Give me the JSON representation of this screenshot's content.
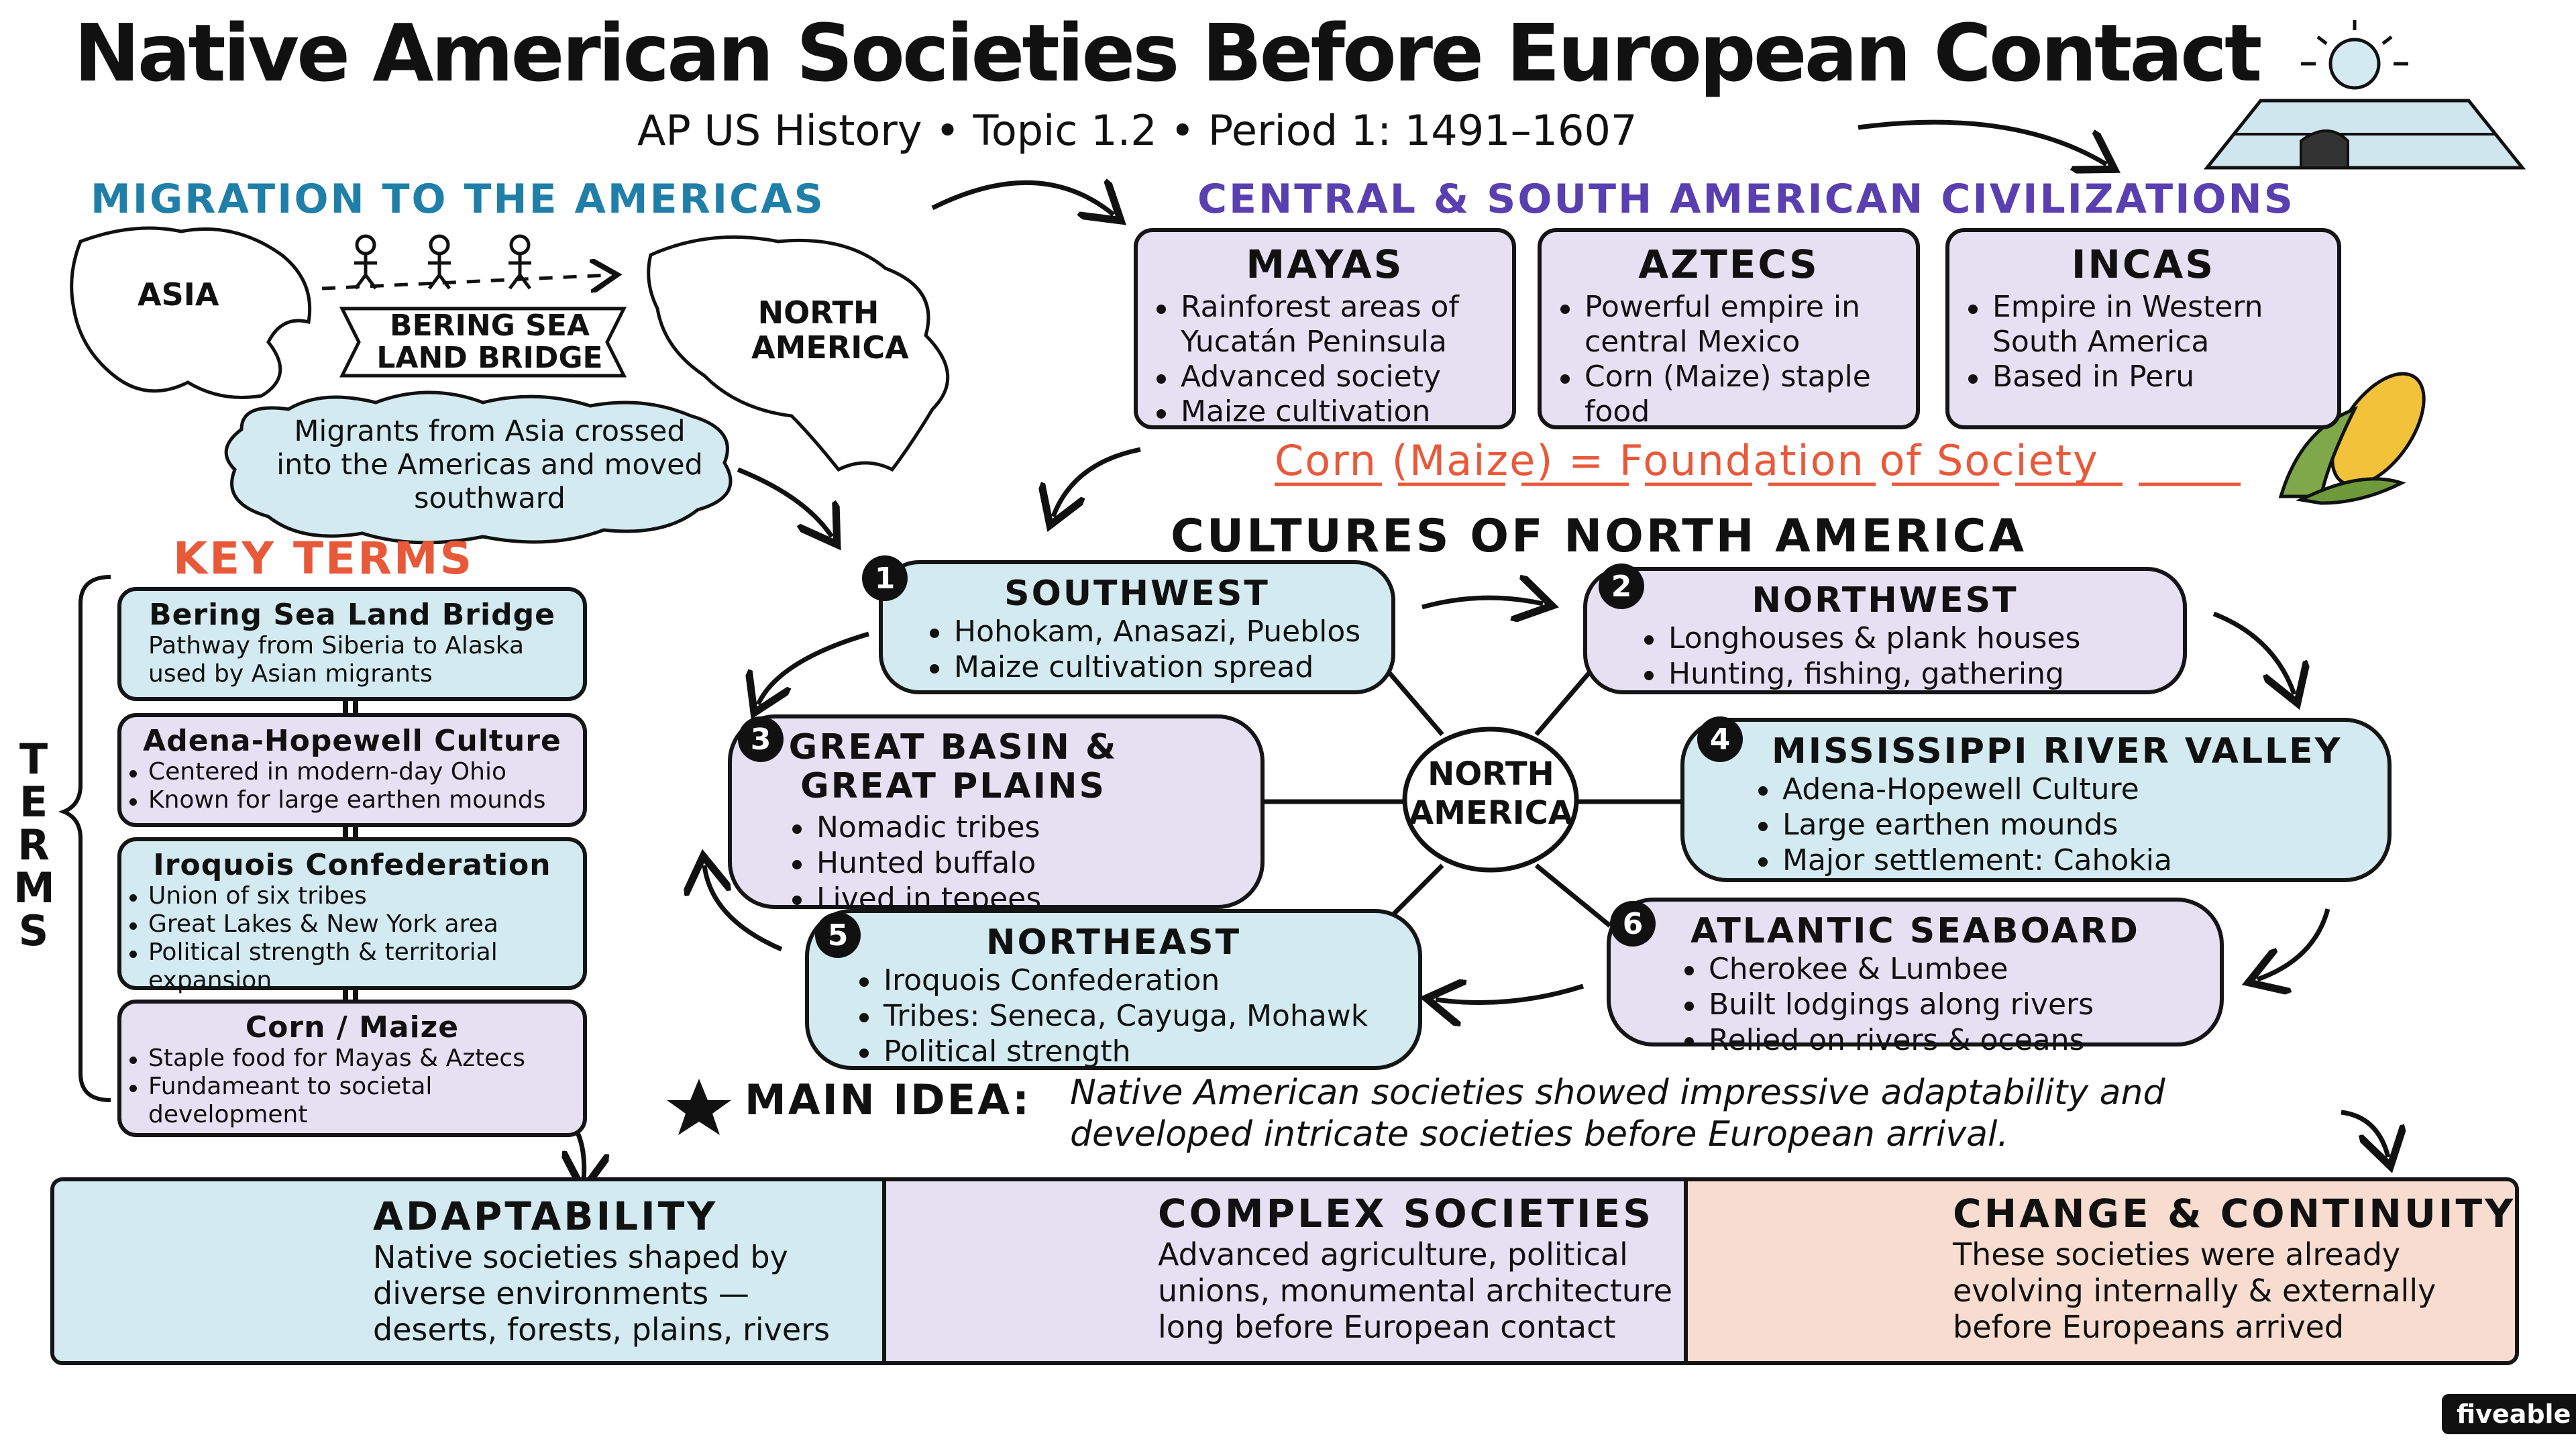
{
  "title": "Native American Societies Before European Contact",
  "subtitle": "AP US History • Topic 1.2 • Period 1: 1491–1607",
  "migration": {
    "heading": "MIGRATION TO THE AMERICAS",
    "asia_label": "ASIA",
    "bridge_label": "BERING SEA LAND BRIDGE",
    "na_label": "NORTH AMERICA",
    "cloud_text": "Migrants from Asia crossed into the Americas and moved southward"
  },
  "civilizations": {
    "heading": "CENTRAL & SOUTH AMERICAN CIVILIZATIONS",
    "items": [
      {
        "name": "MAYAS",
        "bullets": [
          "Rainforest areas of Yucatán Peninsula",
          "Advanced society",
          "Maize cultivation"
        ]
      },
      {
        "name": "AZTECS",
        "bullets": [
          "Powerful empire in central Mexico",
          "Corn (Maize) staple food"
        ]
      },
      {
        "name": "INCAS",
        "bullets": [
          "Empire in Western South America",
          "Based in Peru"
        ]
      }
    ],
    "corn_banner": "Corn (Maize) = Foundation of Society"
  },
  "key_terms": {
    "heading": "KEY TERMS",
    "side_label": "TERMS",
    "items": [
      {
        "title": "Bering Sea Land Bridge",
        "desc": "Pathway from Siberia to Alaska used by Asian migrants",
        "bullets": []
      },
      {
        "title": "Adena-Hopewell Culture",
        "desc": "",
        "bullets": [
          "Centered in modern-day Ohio",
          "Known for large earthen mounds"
        ]
      },
      {
        "title": "Iroquois Confederation",
        "desc": "",
        "bullets": [
          "Union of six tribes",
          "Great Lakes & New York area",
          "Political strength & territorial expansion"
        ]
      },
      {
        "title": "Corn / Maize",
        "desc": "",
        "bullets": [
          "Staple food for Mayas & Aztecs",
          "Fundameant to societal development"
        ]
      }
    ]
  },
  "cultures": {
    "heading": "CULTURES OF NORTH AMERICA",
    "center": "NORTH AMERICA",
    "items": [
      {
        "num": "1",
        "name": "SOUTHWEST",
        "bullets": [
          "Hohokam, Anasazi, Pueblos",
          "Maize cultivation spread"
        ]
      },
      {
        "num": "2",
        "name": "NORTHWEST",
        "bullets": [
          "Longhouses & plank houses",
          "Hunting, fishing, gathering"
        ]
      },
      {
        "num": "3",
        "name": "GREAT BASIN & GREAT PLAINS",
        "bullets": [
          "Nomadic tribes",
          "Hunted buffalo",
          "Lived in tepees"
        ]
      },
      {
        "num": "4",
        "name": "MISSISSIPPI RIVER VALLEY",
        "bullets": [
          "Adena-Hopewell Culture",
          "Large earthen mounds",
          "Major settlement: Cahokia"
        ]
      },
      {
        "num": "5",
        "name": "NORTHEAST",
        "bullets": [
          "Iroquois Confederation",
          "Tribes: Seneca, Cayuga, Mohawk",
          "Political strength"
        ]
      },
      {
        "num": "6",
        "name": "ATLANTIC SEABOARD",
        "bullets": [
          "Cherokee & Lumbee",
          "Built lodgings along rivers",
          "Relied on rivers & oceans"
        ]
      }
    ]
  },
  "main_idea": {
    "label": "MAIN IDEA:",
    "text": "Native American societies showed impressive adaptability and developed intricate societies before European arrival."
  },
  "bottom": [
    {
      "title": "ADAPTABILITY",
      "text": "Native societies shaped by diverse environments — deserts, forests, plains, rivers"
    },
    {
      "title": "COMPLEX SOCIETIES",
      "text": "Advanced agriculture, political unions, monumental architecture long before European contact"
    },
    {
      "title": "CHANGE & CONTINUITY",
      "text": "These societies were already evolving internally & externally before Europeans arrived"
    }
  ],
  "brand": "fiveable",
  "colors": {
    "lavender": "#e6e0f3",
    "light_blue": "#d3eaf1",
    "peach": "#f7dccf",
    "migration_heading": "#1f7fa8",
    "civ_heading": "#5a3fb0",
    "key_terms_heading": "#e8593a",
    "corn_banner": "#e8593a"
  }
}
